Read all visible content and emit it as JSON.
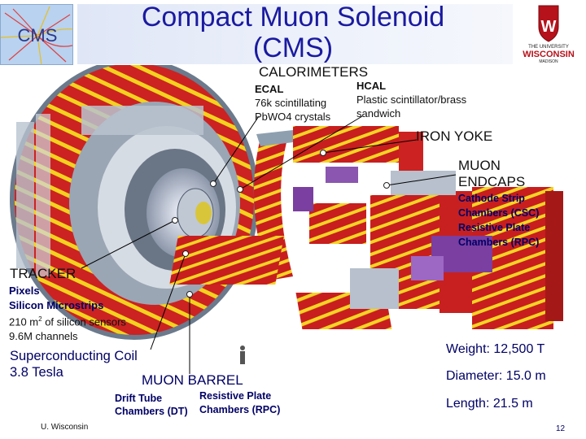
{
  "header": {
    "title_line1": "Compact Muon Solenoid",
    "title_line2": "(CMS)",
    "uw_logo_line1": "THE UNIVERSITY",
    "uw_logo_line2": "WISCONSIN",
    "uw_logo_line3": "MADISON",
    "cms_logo_text": "CMS"
  },
  "labels": {
    "calorimeters": "CALORIMETERS",
    "ecal_title": "ECAL",
    "ecal_line1": "76k scintillating",
    "ecal_line2": "PbWO4 crystals",
    "hcal_title": "HCAL",
    "hcal_line1": "Plastic scintillator/brass",
    "hcal_line2": "sandwich",
    "iron_yoke": "IRON YOKE",
    "muon_endcaps_line1": "MUON",
    "muon_endcaps_line2": "ENDCAPS",
    "csc_line1": "Cathode Strip",
    "csc_line2_pre": "Chambers (",
    "csc_line2_bold": "CSC",
    "csc_line2_post": ")",
    "rpc_line1": "Resistive Plate",
    "rpc_line2_pre": "Chambers (",
    "rpc_line2_bold": "RPC",
    "rpc_line2_post": ")",
    "tracker": "TRACKER",
    "pixels": "Pixels",
    "microstrips": "Silicon Microstrips",
    "silicon_area_pre": "210 m",
    "silicon_area_sup": "2",
    "silicon_area_post": " of silicon sensors",
    "channels": "9.6M channels",
    "coil_line1": "Superconducting Coil",
    "coil_line2": "3.8 Tesla",
    "muon_barrel": "MUON BARREL",
    "drift_tube_line1": "Drift Tube",
    "drift_tube_line2_pre": "Chambers (",
    "drift_tube_line2_bold": "DT",
    "drift_tube_line2_post": ")",
    "barrel_rpc_line1": "Resistive Plate",
    "barrel_rpc_line2_pre": "Chambers (",
    "barrel_rpc_line2_bold": "RPC",
    "barrel_rpc_line2_post": ")"
  },
  "specs": {
    "weight": "Weight: 12,500 T",
    "diameter": "Diameter: 15.0 m",
    "length": "Length: 21.5 m"
  },
  "footer": {
    "left": "U. Wisconsin",
    "page_number": "12"
  },
  "colors": {
    "title": "#1a1aa0",
    "yoke_red": "#cc2222",
    "yoke_yellow": "#f2d21e",
    "purple": "#7a3fa0",
    "steel": "#b7c0cc"
  }
}
